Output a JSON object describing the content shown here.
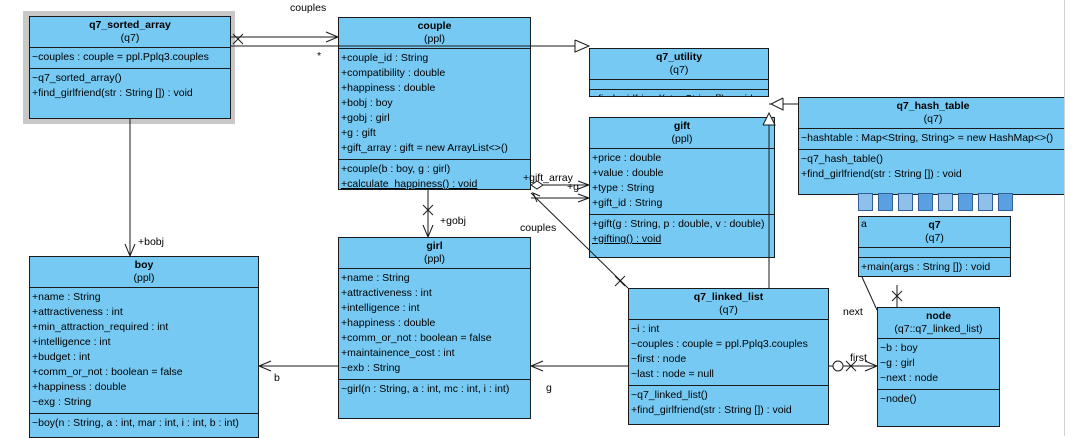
{
  "classes": {
    "sorted": {
      "name": "q7_sorted_array",
      "pkg": "(q7)",
      "attrs": [
        "~couples : couple = ppl.Pplq3.couples"
      ],
      "ops": [
        "~q7_sorted_array()",
        "+find_girlfriend(str : String []) : void"
      ]
    },
    "couple": {
      "name": "couple",
      "pkg": "(ppl)",
      "attrs": [
        "+couple_id : String",
        "+compatibility : double",
        "+happiness : double",
        "+bobj : boy",
        "+gobj : girl",
        "+g : gift",
        "+gift_array : gift = new ArrayList<>()"
      ],
      "ops": [
        "+couple(b : boy, g : girl)",
        "+calculate_happiness() : void"
      ]
    },
    "utility": {
      "name": "q7_utility",
      "pkg": "(q7)",
      "attrs": [],
      "ops": [
        "+find_girlfriend(str : String []) : void"
      ]
    },
    "gift": {
      "name": "gift",
      "pkg": "(ppl)",
      "attrs": [
        "+price : double",
        "+value : double",
        "+type : String",
        "+gift_id : String"
      ],
      "ops": [
        "+gift(g : String, p : double, v : double)",
        "+gifting() : void"
      ]
    },
    "hash": {
      "name": "q7_hash_table",
      "pkg": "(q7)",
      "attrs": [
        "~hashtable : Map<String, String> = new HashMap<>()"
      ],
      "ops": [
        "~q7_hash_table()",
        "+find_girlfriend(str : String []) : void"
      ]
    },
    "q7": {
      "name": "q7",
      "pkg": "(q7)",
      "attrs": [],
      "ops": [
        "+main(args : String []) : void"
      ]
    },
    "girl": {
      "name": "girl",
      "pkg": "(ppl)",
      "attrs": [
        "+name : String",
        "+attractiveness : int",
        "+intelligence : int",
        "+happiness : double",
        "+comm_or_not : boolean = false",
        "+maintainence_cost : int",
        "~exb : String"
      ],
      "ops": [
        "~girl(n : String, a : int, mc : int, i : int)"
      ]
    },
    "boy": {
      "name": "boy",
      "pkg": "(ppl)",
      "attrs": [
        "+name : String",
        "+attractiveness : int",
        "+min_attraction_required : int",
        "+intelligence : int",
        "+budget : int",
        "+comm_or_not : boolean = false",
        "+happiness : double",
        "~exg : String"
      ],
      "ops": [
        "~boy(n : String, a : int, mar : int, i : int, b : int)"
      ]
    },
    "linked": {
      "name": "q7_linked_list",
      "pkg": "(q7)",
      "attrs": [
        "~i : int",
        "~couples : couple = ppl.Pplq3.couples",
        "~first : node",
        "~last : node = null"
      ],
      "ops": [
        "~q7_linked_list()",
        "+find_girlfriend(str : String []) : void"
      ]
    },
    "node": {
      "name": "node",
      "pkg": "(q7::q7_linked_list)",
      "attrs": [
        "~b : boy",
        "~g : girl",
        "~next : node"
      ],
      "ops": [
        "~node()"
      ]
    }
  },
  "labels": {
    "couples_top": "couples",
    "star": "*",
    "bobj": "+bobj",
    "gobj": "+gobj",
    "gift_array": "+gift_array",
    "g_gift": "+g",
    "couples_mid": "couples",
    "b": "b",
    "g": "g",
    "first": "first",
    "next": "next",
    "q7_a": "a"
  },
  "colors": {
    "class_fill": "#75c9f2",
    "line": "#1a1a1a",
    "selection_shadow": "#c8c8c8"
  }
}
